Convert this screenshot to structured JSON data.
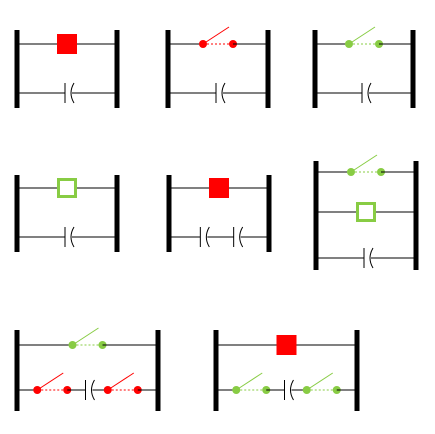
{
  "colors": {
    "rail": "#000000",
    "wire": "#000000",
    "open": "#ff0000",
    "closed": "#88cc44",
    "background": "#ffffff"
  },
  "circuits": [
    {
      "id": "c1",
      "rows": [
        [
          "lamp-on"
        ],
        [
          "capacitor"
        ]
      ]
    },
    {
      "id": "c2",
      "rows": [
        [
          "switch-open"
        ],
        [
          "capacitor"
        ]
      ]
    },
    {
      "id": "c3",
      "rows": [
        [
          "switch-closed"
        ],
        [
          "capacitor"
        ]
      ]
    },
    {
      "id": "c4",
      "rows": [
        [
          "lamp-off"
        ],
        [
          "capacitor"
        ]
      ]
    },
    {
      "id": "c5",
      "rows": [
        [
          "lamp-on"
        ],
        [
          "capacitor",
          "capacitor"
        ]
      ]
    },
    {
      "id": "c6",
      "rows": [
        [
          "switch-closed"
        ],
        [
          "lamp-off"
        ],
        [
          "capacitor"
        ]
      ]
    },
    {
      "id": "c7",
      "rows": [
        [
          "switch-closed"
        ],
        [
          "switch-open",
          "capacitor",
          "switch-open"
        ]
      ]
    },
    {
      "id": "c8",
      "rows": [
        [
          "lamp-on"
        ],
        [
          "switch-closed",
          "capacitor",
          "switch-closed"
        ]
      ]
    }
  ]
}
